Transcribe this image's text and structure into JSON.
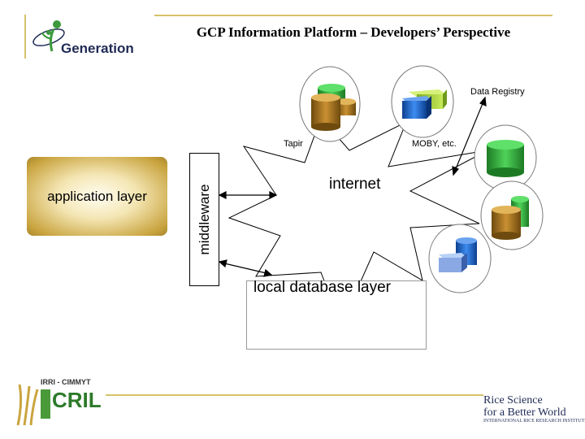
{
  "title": "GCP Information Platform – Developers’ Perspective",
  "logo": {
    "text": "Generation"
  },
  "labels": {
    "data_registry": "Data Registry",
    "tapir": "Tapir",
    "moby": "MOBY, etc.",
    "internet": "internet",
    "application_layer": "application layer",
    "middleware": "middleware",
    "local_database_layer": "local database layer"
  },
  "footer": {
    "left_logo": "CRIL",
    "left_logo_top": "IRRI - CIMMYT",
    "right_logo_line1": "Rice Science",
    "right_logo_line2": "for a Better World",
    "right_logo_line3": "INTERNATIONAL RICE RESEARCH INSTITUTE"
  },
  "colors": {
    "accent_line": "#d6c26a",
    "db_green": "#3cb043",
    "db_blue": "#1f6fd1",
    "db_brown": "#a0731f",
    "db_lime": "#a6d43a"
  }
}
